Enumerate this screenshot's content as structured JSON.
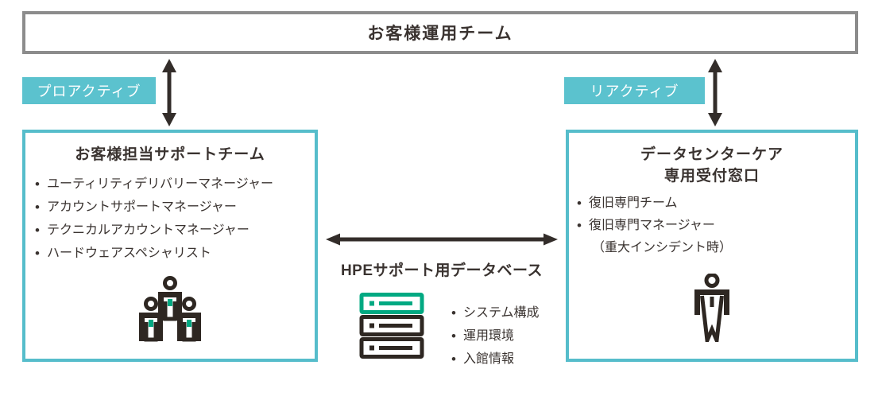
{
  "top_box": {
    "title": "お客様運用チーム"
  },
  "labels": {
    "proactive": "プロアクティブ",
    "reactive": "リアクティブ"
  },
  "left_box": {
    "title": "お客様担当サポートチーム",
    "items": [
      "ユーティリティデリバリーマネージャー",
      "アカウントサポートマネージャー",
      "テクニカルアカウントマネージャー",
      "ハードウェアスペシャリスト"
    ],
    "icon": "team-icon"
  },
  "center": {
    "title": "HPEサポート用データベース",
    "items": [
      "システム構成",
      "運用環境",
      "入館情報"
    ],
    "icon": "server-stack-icon"
  },
  "right_box": {
    "title_line1": "データセンターケア",
    "title_line2": "専用受付窓口",
    "items": [
      "復旧専門チーム",
      "復旧専門マネージャー"
    ],
    "item2_note": "（重大インシデント時）",
    "icon": "person-icon"
  },
  "colors": {
    "teal_tag": "#5BC2CE",
    "teal_border": "#56BDCB",
    "hpe_green": "#01A982",
    "gray_border": "#8C8C8C",
    "dark_text": "#3A3330",
    "icon_dark": "#2E2722"
  }
}
